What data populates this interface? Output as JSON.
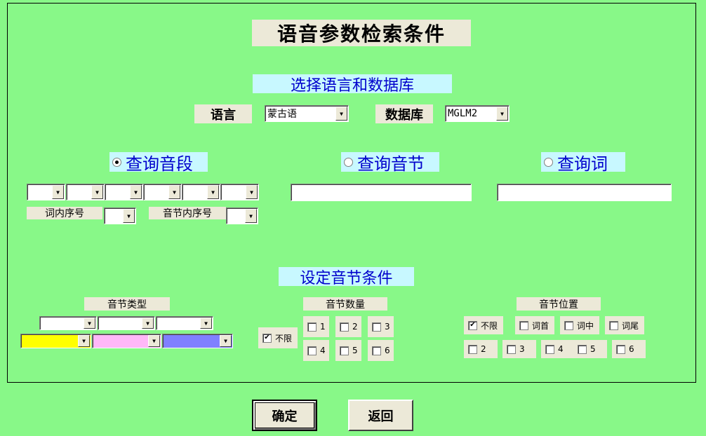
{
  "title": "语音参数检索条件",
  "language_db": {
    "heading": "选择语言和数据库",
    "language_label": "语言",
    "language_value": "蒙古语",
    "database_label": "数据库",
    "database_value": "MGLM2"
  },
  "query": {
    "segment_label": "查询音段",
    "syllable_label": "查询音节",
    "word_label": "查询词",
    "selected": "segment",
    "word_order_label": "词内序号",
    "syllable_order_label": "音节内序号"
  },
  "syllable_conditions": {
    "heading": "设定音节条件",
    "type_label": "音节类型",
    "type_colors": [
      "#ffff00",
      "#ffb8f8",
      "#8080ff"
    ],
    "count_label": "音节数量",
    "count_options": [
      {
        "label": "不限",
        "checked": true
      },
      {
        "label": "1",
        "checked": false
      },
      {
        "label": "2",
        "checked": false
      },
      {
        "label": "3",
        "checked": false
      },
      {
        "label": "4",
        "checked": false
      },
      {
        "label": "5",
        "checked": false
      },
      {
        "label": "6",
        "checked": false
      }
    ],
    "position_label": "音节位置",
    "position_options": [
      {
        "label": "不限",
        "checked": true
      },
      {
        "label": "词首",
        "checked": false
      },
      {
        "label": "词中",
        "checked": false
      },
      {
        "label": "词尾",
        "checked": false
      },
      {
        "label": "2",
        "checked": false
      },
      {
        "label": "3",
        "checked": false
      },
      {
        "label": "4",
        "checked": false
      },
      {
        "label": "5",
        "checked": false
      },
      {
        "label": "6",
        "checked": false
      }
    ]
  },
  "buttons": {
    "confirm": "确定",
    "back": "返回"
  }
}
